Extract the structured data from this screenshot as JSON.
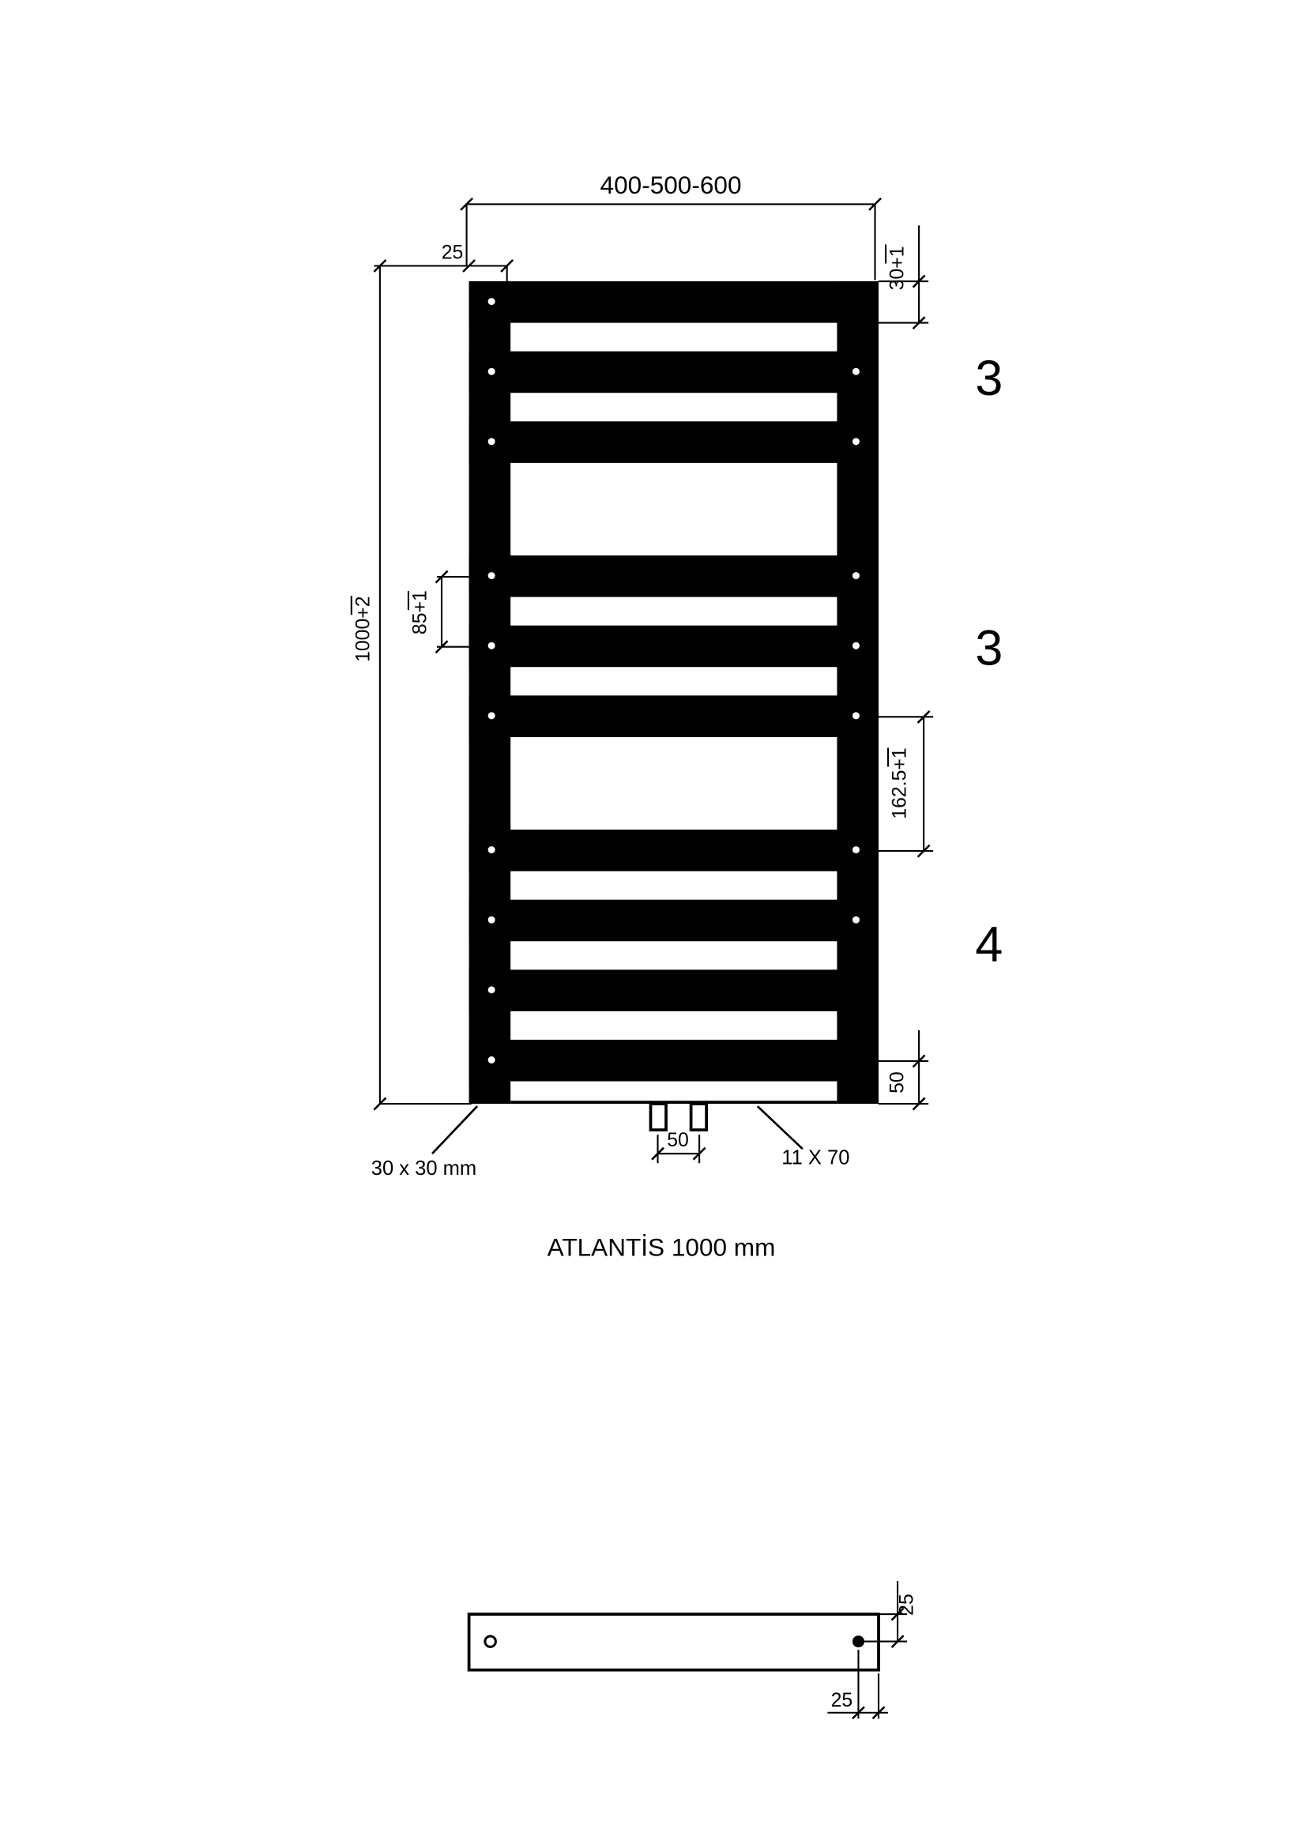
{
  "page": {
    "title": "ATLANTİS 1000 mm"
  },
  "main_view": {
    "dim_width": "400-500-600",
    "dim_height": "1000+2",
    "dim_top_left": "25",
    "dim_top_bar": "30+1",
    "dim_bar_pitch": "85+1",
    "dim_group_pitch": "162.5+1",
    "dim_bottom_right": "50",
    "dim_pipe_spacing": "50",
    "label_tube_size": "30 x 30 mm",
    "label_slot_size": "11 X 70",
    "groups": [
      {
        "label": "3"
      },
      {
        "label": "3"
      },
      {
        "label": "4"
      }
    ]
  },
  "side_view": {
    "dim_top": "25",
    "dim_side": "25"
  }
}
